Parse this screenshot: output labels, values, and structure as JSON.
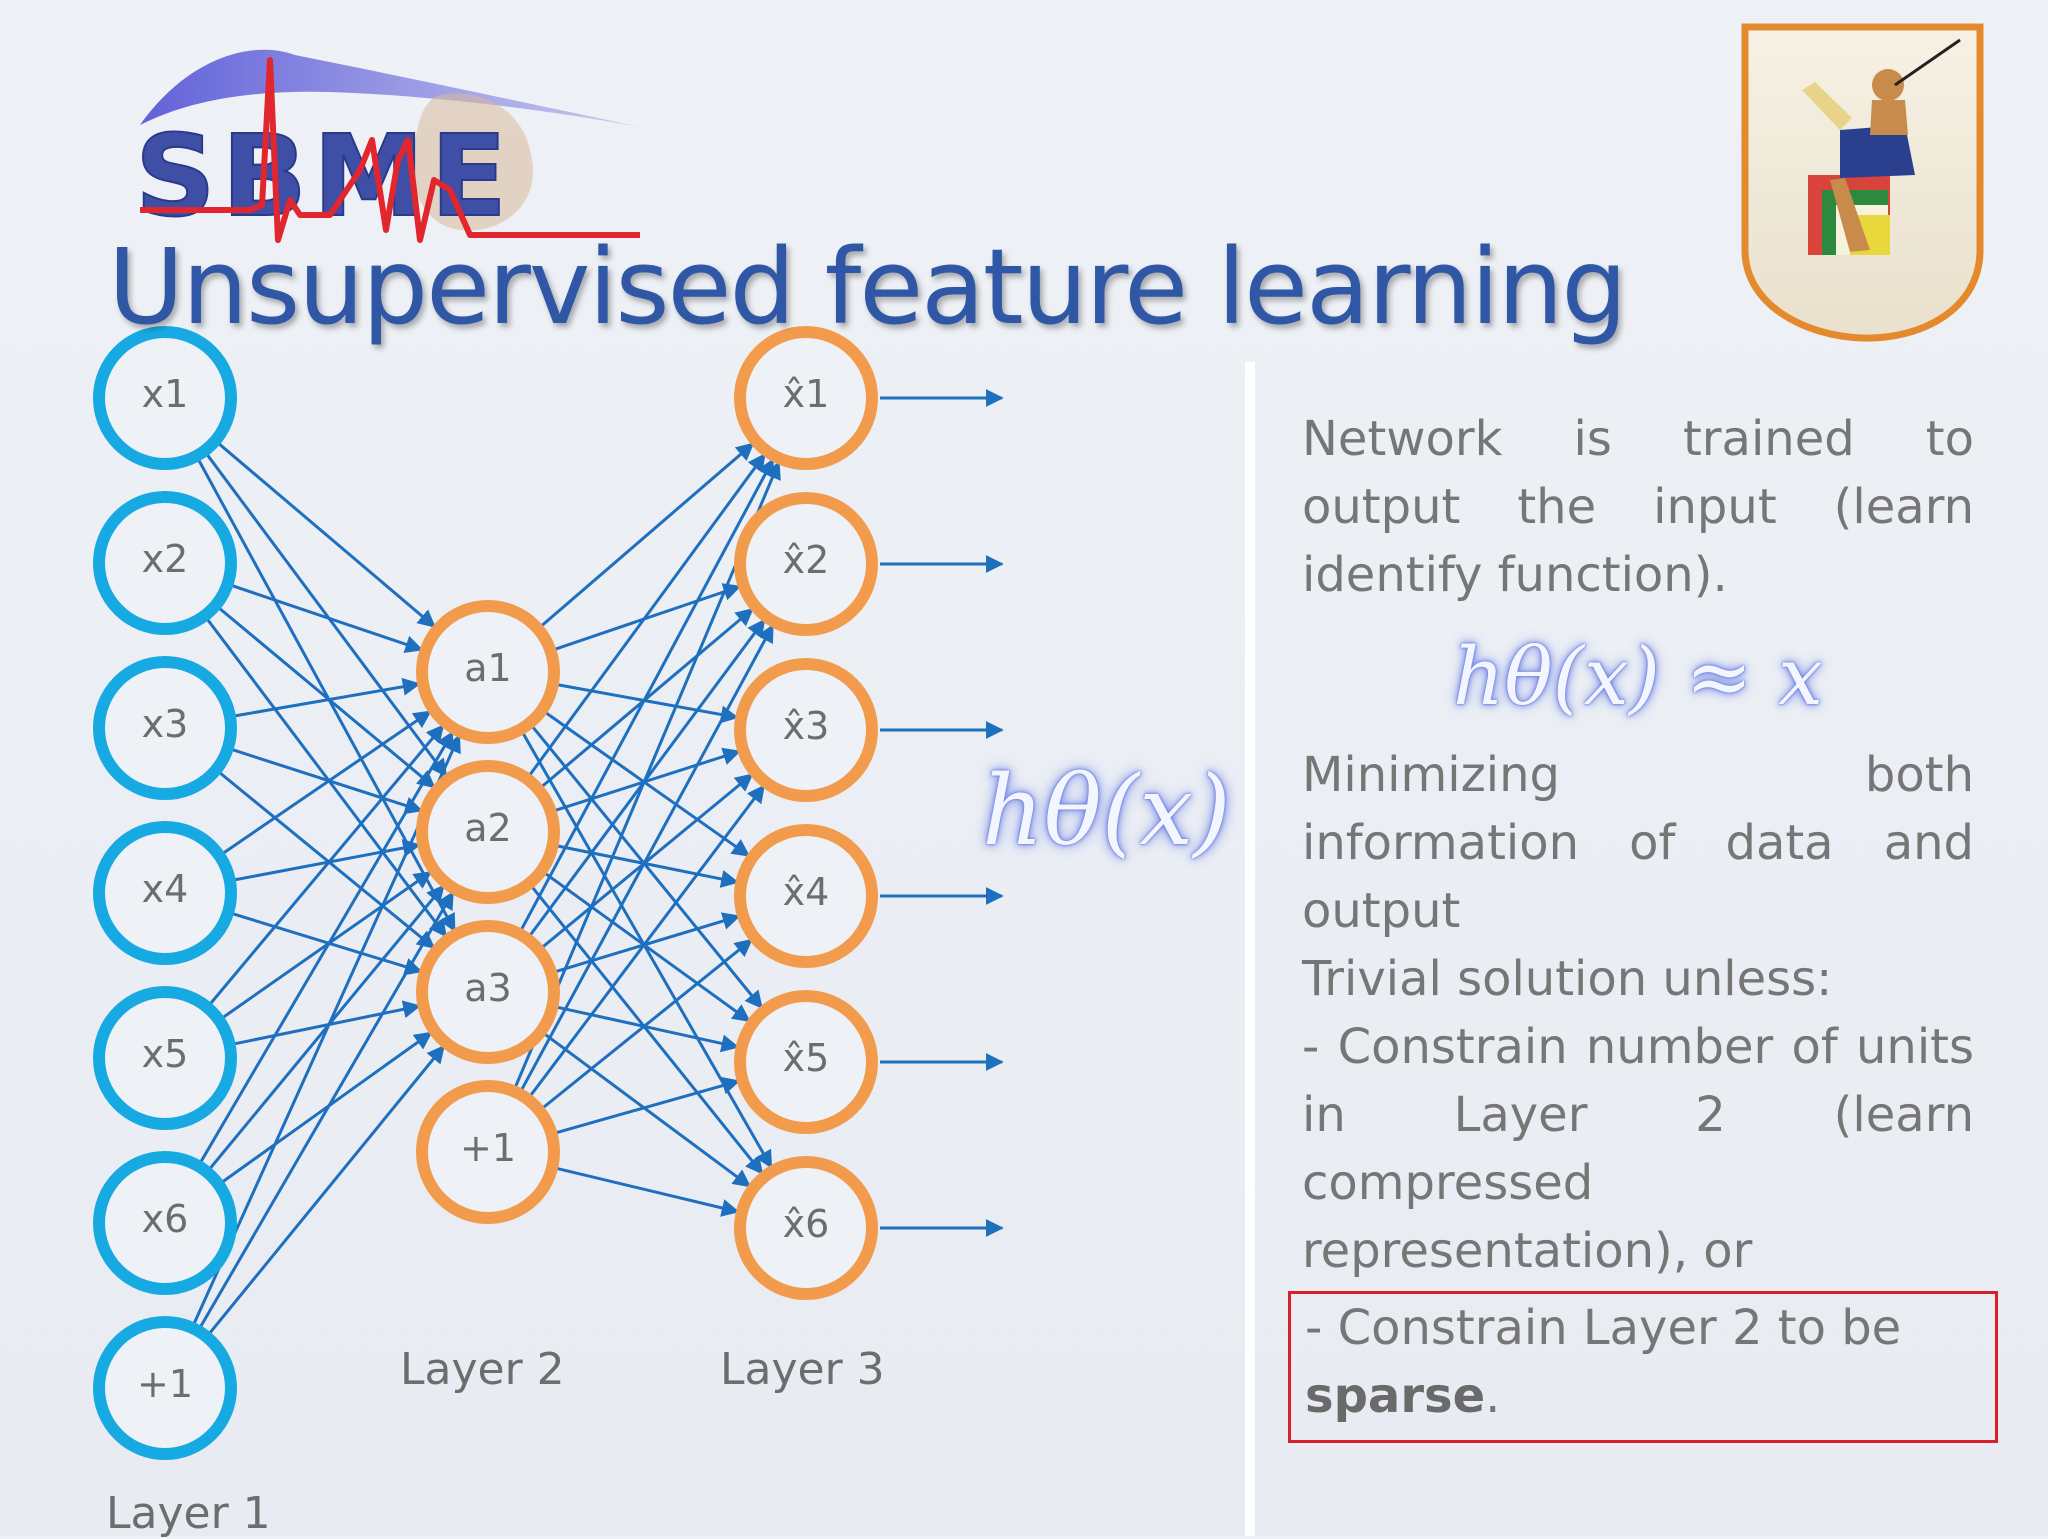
{
  "slide": {
    "title": "Unsupervised feature learning",
    "logo_left_text": "SBME",
    "formula_main": "hθ(x) ≈ x",
    "formula_side": "hθ(x)"
  },
  "network": {
    "layer1": {
      "label": "Layer 1",
      "nodes": [
        "x1",
        "x2",
        "x3",
        "x4",
        "x5",
        "x6",
        "+1"
      ]
    },
    "layer2": {
      "label": "Layer 2",
      "nodes": [
        "a1",
        "a2",
        "a3",
        "+1"
      ]
    },
    "layer3": {
      "label": "Layer 3",
      "nodes": [
        "x̂1",
        "x̂2",
        "x̂3",
        "x̂4",
        "x̂5",
        "x̂6"
      ]
    },
    "colors": {
      "input": "#17a9e1",
      "hidden": "#f29b4c",
      "edge": "#1f6fbf"
    }
  },
  "text": {
    "para1": "Network is trained to output the input (learn identify function).",
    "para2": "Minimizing both information of data and output",
    "para3": "Trivial solution unless:",
    "para4": "- Constrain number of units in Layer 2 (learn compressed representation), or",
    "para5_prefix": "- Constrain Layer 2 to be",
    "para5_bold": "sparse",
    "para5_suffix": "."
  },
  "highlight_color": "#d8202b"
}
